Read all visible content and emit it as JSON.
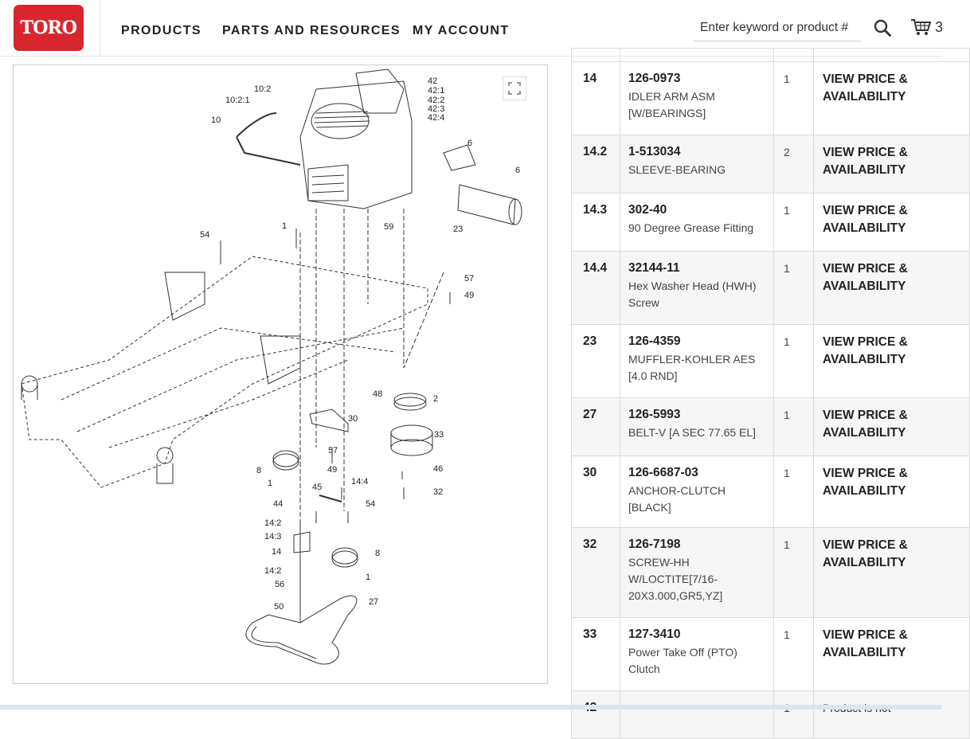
{
  "brand": {
    "logo_text": "TORO",
    "color": "#d7262e"
  },
  "nav": {
    "products": "PRODUCTS",
    "parts": "PARTS AND RESOURCES",
    "account": "MY ACCOUNT"
  },
  "search": {
    "placeholder": "Enter keyword or product #"
  },
  "cart": {
    "count": "3"
  },
  "diagram": {
    "callouts": [
      "10:2",
      "10:2:1",
      "10",
      "42",
      "42:1",
      "42:2",
      "42:3",
      "42:4",
      "6",
      "6",
      "23",
      "59",
      "54",
      "1",
      "57",
      "49",
      "48",
      "2",
      "30",
      "33",
      "57",
      "49",
      "46",
      "8",
      "1",
      "32",
      "45",
      "14:4",
      "44",
      "54",
      "14:2",
      "14:3",
      "14",
      "8",
      "14:2",
      "1",
      "56",
      "50",
      "27"
    ]
  },
  "table": {
    "rows": [
      {
        "ref": "14",
        "part": "126-0973",
        "desc": "IDLER ARM ASM [W/BEARINGS]",
        "qty": "1",
        "price": "VIEW PRICE & AVAILABILITY"
      },
      {
        "ref": "14.2",
        "part": "1-513034",
        "desc": "SLEEVE-BEARING",
        "qty": "2",
        "price": "VIEW PRICE & AVAILABILITY"
      },
      {
        "ref": "14.3",
        "part": "302-40",
        "desc": "90 Degree Grease Fitting",
        "qty": "1",
        "price": "VIEW PRICE & AVAILABILITY"
      },
      {
        "ref": "14.4",
        "part": "32144-11",
        "desc": "Hex Washer Head (HWH) Screw",
        "qty": "1",
        "price": "VIEW PRICE & AVAILABILITY"
      },
      {
        "ref": "23",
        "part": "126-4359",
        "desc": "MUFFLER-KOHLER AES [4.0 RND]",
        "qty": "1",
        "price": "VIEW PRICE & AVAILABILITY"
      },
      {
        "ref": "27",
        "part": "126-5993",
        "desc": "BELT-V [A SEC 77.65 EL]",
        "qty": "1",
        "price": "VIEW PRICE & AVAILABILITY"
      },
      {
        "ref": "30",
        "part": "126-6687-03",
        "desc": "ANCHOR-CLUTCH [BLACK]",
        "qty": "1",
        "price": "VIEW PRICE & AVAILABILITY"
      },
      {
        "ref": "32",
        "part": "126-7198",
        "desc": "SCREW-HH W/LOCTITE[7/16-20X3.000,GR5,YZ]",
        "qty": "1",
        "price": "VIEW PRICE & AVAILABILITY"
      },
      {
        "ref": "33",
        "part": "127-3410",
        "desc": "Power Take Off (PTO) Clutch",
        "qty": "1",
        "price": "VIEW PRICE & AVAILABILITY"
      },
      {
        "ref": "42",
        "part": "",
        "desc": "",
        "qty": "1",
        "price": "Product is not"
      }
    ]
  }
}
